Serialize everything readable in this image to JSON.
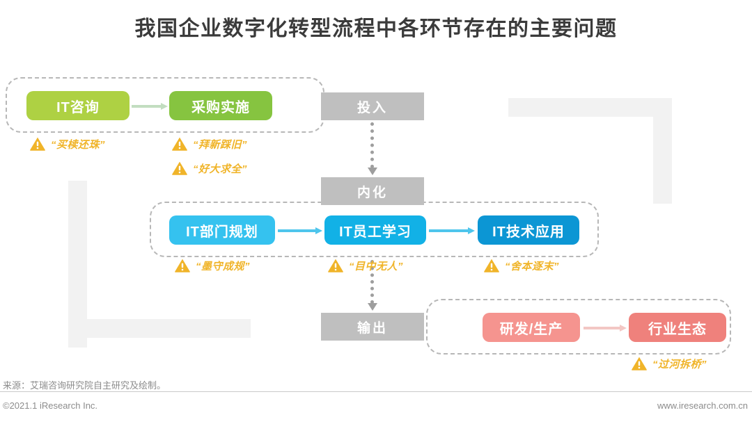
{
  "title": "我国企业数字化转型流程中各环节存在的主要问题",
  "colors": {
    "green_light": "#aed143",
    "green_dark": "#86c440",
    "blue_light": "#35c2ef",
    "blue_mid": "#12b1e6",
    "blue_dark": "#0c96d4",
    "pink_light": "#f5948f",
    "pink_dark": "#ef817c",
    "stage_gray": "#bfbfbf",
    "warning_amber": "#f0b429",
    "decoration_gray": "#f2f2f2",
    "title_gray": "#3b3b3b"
  },
  "stages": [
    {
      "key": "input",
      "label": "投入"
    },
    {
      "key": "internalization",
      "label": "内化"
    },
    {
      "key": "output",
      "label": "输出"
    }
  ],
  "flows": {
    "input": {
      "nodes": [
        {
          "key": "it-consulting",
          "label": "IT咨询",
          "color": "#aed143"
        },
        {
          "key": "purchase-implementation",
          "label": "采购实施",
          "color": "#86c440"
        }
      ],
      "arrow_color": "#c2ddc0"
    },
    "internalization": {
      "nodes": [
        {
          "key": "it-department-planning",
          "label": "IT部门规划",
          "color": "#35c2ef"
        },
        {
          "key": "it-staff-learning",
          "label": "IT员工学习",
          "color": "#12b1e6"
        },
        {
          "key": "it-technology-application",
          "label": "IT技术应用",
          "color": "#0c96d4"
        }
      ],
      "arrow_color": "#4ec5ec"
    },
    "output": {
      "nodes": [
        {
          "key": "rd-production",
          "label": "研发/生产",
          "color": "#f5948f"
        },
        {
          "key": "industry-ecosystem",
          "label": "行业生态",
          "color": "#ef817c"
        }
      ],
      "arrow_color": "#f3c7c4"
    }
  },
  "warnings": [
    {
      "key": "mai-du-huan-zhu",
      "icon": "warning-triangle-icon",
      "text": "“买椟还珠”"
    },
    {
      "key": "bai-xin-cai-jiu",
      "icon": "warning-triangle-icon",
      "text": "“拜新踩旧”"
    },
    {
      "key": "hao-da-qiu-quan",
      "icon": "warning-triangle-icon",
      "text": "“好大求全”"
    },
    {
      "key": "mo-shou-cheng-gui",
      "icon": "warning-triangle-icon",
      "text": "“墨守成规”"
    },
    {
      "key": "mu-zhong-wu-ren",
      "icon": "warning-triangle-icon",
      "text": "“目中无人”"
    },
    {
      "key": "she-ben-zhu-mo",
      "icon": "warning-triangle-icon",
      "text": "“舍本逐末”"
    },
    {
      "key": "guo-he-chai-qiao",
      "icon": "warning-triangle-icon",
      "text": "“过河拆桥”"
    }
  ],
  "footer": {
    "source": "来源：艾瑞咨询研究院自主研究及绘制。",
    "copyright": "©2021.1 iResearch Inc.",
    "website": "www.iresearch.com.cn"
  }
}
